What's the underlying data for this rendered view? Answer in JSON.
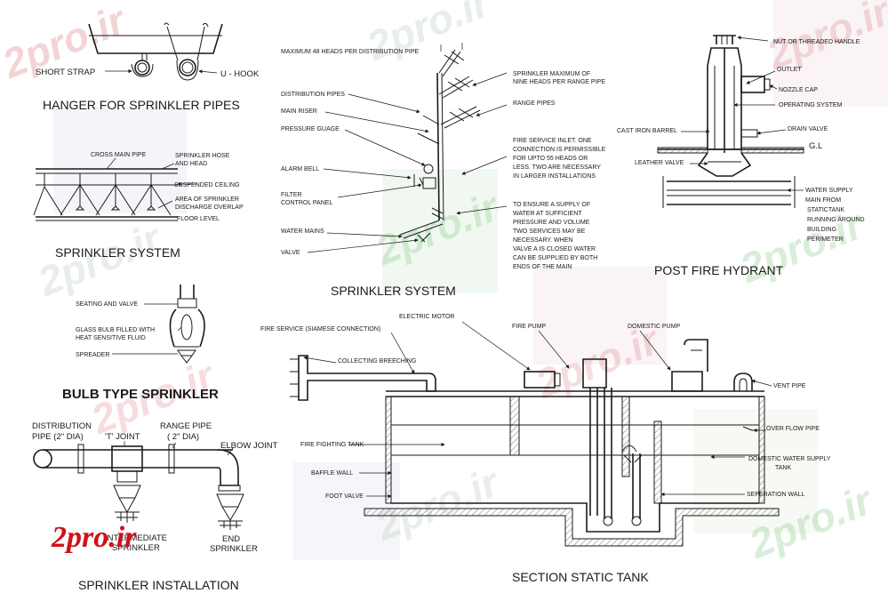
{
  "watermark": "2pro.ir",
  "logo": "2pro.ir",
  "hanger": {
    "title": "HANGER FOR SPRINKLER PIPES",
    "short_strap": "SHORT STRAP",
    "u_hook": "U - HOOK"
  },
  "sprinkler_system_left": {
    "title": "SPRINKLER SYSTEM",
    "cross_main_pipe": "CROSS MAIN PIPE",
    "sprinkler_hose_1": "SPRINKLER HOSE",
    "sprinkler_hose_2": "AND HEAD",
    "suspended_ceiling": "SUSPENDED CEILING",
    "area_1": "AREA OF SPRINKLER",
    "area_2": "DISCHARGE OVERLAP",
    "floor_level": "FLOOR LEVEL"
  },
  "bulb": {
    "title": "BULB TYPE SPRINKLER",
    "seating": "SEATING AND VALVE",
    "glass_1": "GLASS BULB FILLED WITH",
    "glass_2": "HEAT SENSITIVE FLUID",
    "spreader": "SPREADER"
  },
  "installation": {
    "title": "SPRINKLER  INSTALLATION",
    "distribution_1": "DISTRIBUTION",
    "distribution_2": "PIPE (2\" DIA)",
    "t_joint": "'T' JOINT",
    "range_1": "RANGE PIPE",
    "range_2": "( 2\" DIA)",
    "elbow": "ELBOW JOINT",
    "intermediate_1": "INTERMEDIATE",
    "intermediate_2": "SPRINKLER",
    "end_1": "END",
    "end_2": "SPRINKLER"
  },
  "sprinkler_system_center": {
    "title": "SPRINKLER SYSTEM",
    "max48": "MAXIMUM 48 HEADS PER DISTRIBUTION PIPE",
    "max9_1": "SPRINKLER MAXIMUM OF",
    "max9_2": "NINE HEADS PER RANGE PIPE",
    "range_pipes": "RANGE PIPES",
    "distribution_pipes": "DISTRIBUTION PIPES",
    "main_riser": "MAIN RISER",
    "pressure_gauge": "PRESSURE GUAGE",
    "alarm_bell": "ALARM BELL",
    "filter": "FILTER",
    "control_panel": "CONTROL PANEL",
    "water_mains": "WATER MAINS",
    "valve": "VALVE",
    "inlet_note": [
      "FIRE SERVICE INLET. ONE",
      "CONNECTION  IS  PERMISSIBLE",
      "FOR  UPTO 55 HEADS OR",
      "LESS. TWO ARE NECESSARY",
      "IN LARGER INSTALLATIONS"
    ],
    "supply_note": [
      "TO ENSURE A SUPPLY OF",
      "WATER AT SUFFICIENT",
      "PRESSURE AND VOLUME",
      "TWO SERVICES MAY BE",
      "NECESSARY. WHEN",
      "VALVE A IS CLOSED WATER",
      "CAN BE SUPPLIED BY BOTH",
      " ENDS OF THE MAIN"
    ]
  },
  "hydrant": {
    "title": "POST FIRE HYDRANT",
    "nut": "NUT OR THREADED HANDLE",
    "outlet": "OUTLET",
    "nozzle_cap": "NOZZLE CAP",
    "operating_system": "OPERATING SYSTEM",
    "cast_iron": "CAST IRON BARREL",
    "drain_valve": "DRAIN VALVE",
    "gl": "G.L",
    "leather_valve": "LEATHER VALVE",
    "water_supply": [
      "WATER SUPPLY",
      "MAIN FROM",
      "STATICTANK",
      "RUNNING AROUND",
      "BUILDING",
      "PERIMETER"
    ]
  },
  "tank": {
    "title": "SECTION STATIC TANK",
    "electric_motor": "ELECTRIC MOTOR",
    "fire_service": "FIRE SERVICE (SIAMESE CONNECTION)",
    "collecting": "COLLECTING BREECHING",
    "fire_pump": "FIRE PUMP",
    "domestic_pump": "DOMESTIC PUMP",
    "vent_pipe": "VENT PIPE",
    "over_flow": "OVER FLOW PIPE",
    "fire_fighting_tank": "FIRE FIGHTING TANK",
    "baffle_wall": "BAFFLE WALL",
    "foot_valve": "FOOT VALVE",
    "domestic_tank_1": "DOMESTIC WATER SUPPLY",
    "domestic_tank_2": "TANK",
    "separation_wall": "SEPERATION WALL"
  }
}
